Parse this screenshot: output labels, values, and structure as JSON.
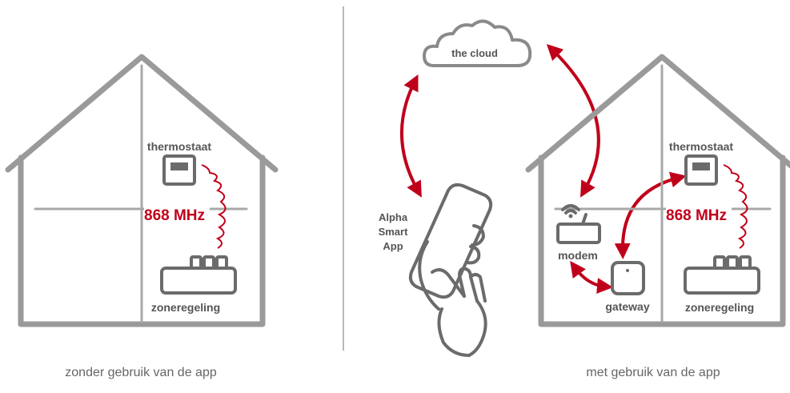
{
  "colors": {
    "gray": "#9a9a9a",
    "dark": "#6b6b6b",
    "red": "#c0001a",
    "text": "#555555"
  },
  "left": {
    "thermostat_label": "thermostaat",
    "frequency": "868 MHz",
    "zone_label": "zoneregeling",
    "caption": "zonder gebruik van de app"
  },
  "right": {
    "cloud_label": "the cloud",
    "app_label_1": "Alpha",
    "app_label_2": "Smart",
    "app_label_3": "App",
    "thermostat_label": "thermostaat",
    "frequency": "868 MHz",
    "modem_label": "modem",
    "gateway_label": "gateway",
    "zone_label": "zoneregeling",
    "caption": "met gebruik van de app"
  },
  "icons": [
    "house-icon",
    "thermostat-icon",
    "zone-controller-icon",
    "cloud-icon",
    "smartphone-hand-icon",
    "wifi-modem-icon",
    "gateway-icon",
    "radio-wave-icon",
    "double-arrow-icon"
  ]
}
